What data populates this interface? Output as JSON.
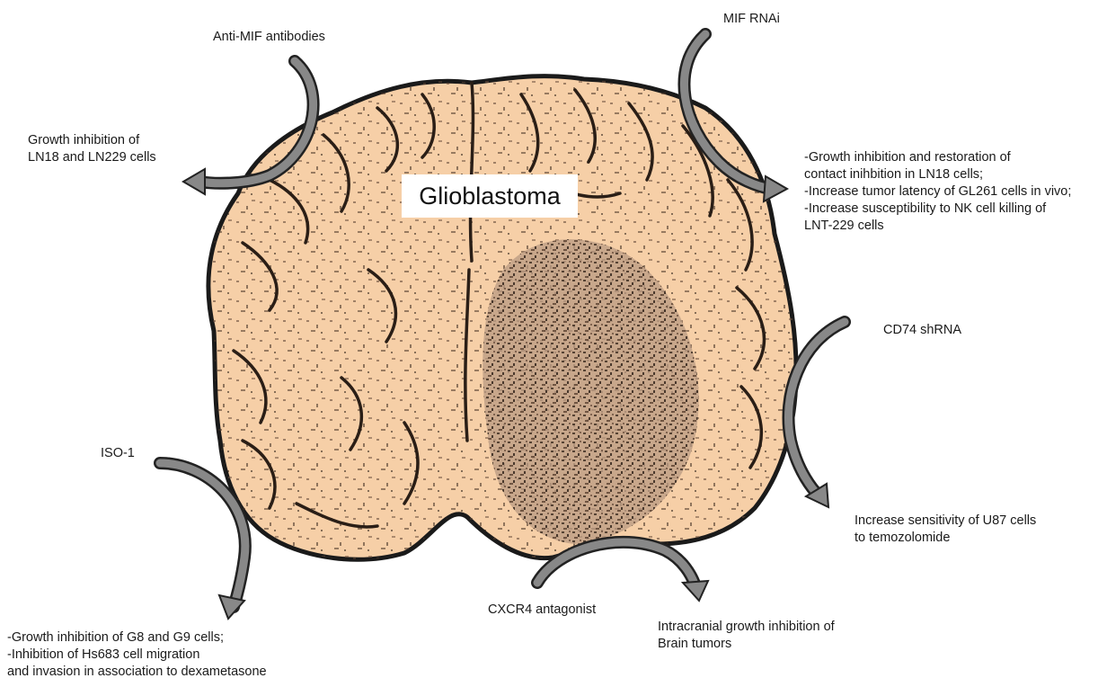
{
  "diagram": {
    "center_label": "Glioblastoma",
    "colors": {
      "brain_fill": "#f6cfa7",
      "brain_outline": "#1a1a1a",
      "tumor_fill": "#b89a82",
      "arrow_fill": "#888888",
      "arrow_outline": "#222222"
    },
    "treatments": [
      {
        "id": "anti-mif",
        "name": "Anti-MIF antibodies",
        "effects": [
          "Growth inhibition of",
          "LN18 and LN229 cells"
        ]
      },
      {
        "id": "mif-rnai",
        "name": "MIF RNAi",
        "effects": [
          "-Growth inhibition and restoration of",
          "contact inihbition in LN18 cells;",
          "-Increase tumor latency of GL261 cells in vivo;",
          "-Increase susceptibility to NK cell killing of",
          "LNT-229 cells"
        ]
      },
      {
        "id": "cd74-shrna",
        "name": "CD74 shRNA",
        "effects": [
          "Increase sensitivity of U87 cells",
          "to temozolomide"
        ]
      },
      {
        "id": "iso-1",
        "name": "ISO-1",
        "effects": [
          "-Growth inhibition of G8 and G9 cells;",
          "-Inhibition of Hs683 cell migration",
          "and invasion in association to dexametasone"
        ]
      },
      {
        "id": "cxcr4",
        "name": "CXCR4 antagonist",
        "effects": [
          "Intracranial growth inhibition of",
          "Brain tumors"
        ]
      }
    ]
  }
}
